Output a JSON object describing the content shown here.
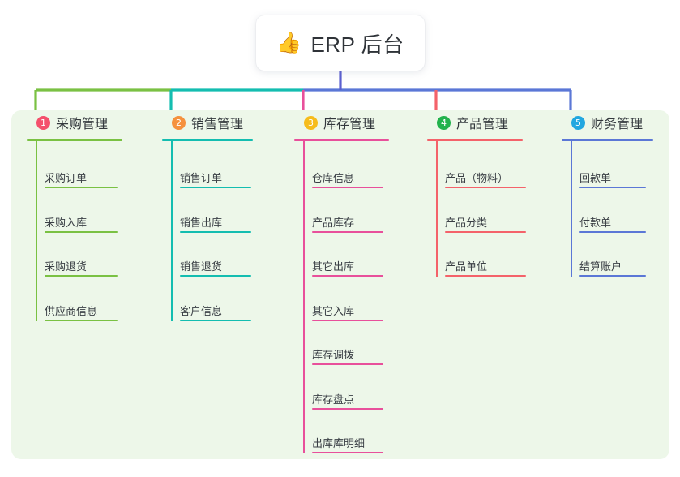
{
  "root": {
    "emoji": "👍",
    "emoji_name": "thumbs-up-icon",
    "title": "ERP 后台"
  },
  "colors": {
    "panel_background": "#edf7e9",
    "page_background": "#ffffff",
    "trunk": "#5b5fd0",
    "text": "#33383d"
  },
  "columns": [
    {
      "number": "1",
      "title": "采购管理",
      "badge_color": "#f4506c",
      "line_color": "#7ac143",
      "items": [
        "采购订单",
        "采购入库",
        "采购退货",
        "供应商信息"
      ]
    },
    {
      "number": "2",
      "title": "销售管理",
      "badge_color": "#f5913e",
      "line_color": "#14bdb0",
      "items": [
        "销售订单",
        "销售出库",
        "销售退货",
        "客户信息"
      ]
    },
    {
      "number": "3",
      "title": "库存管理",
      "badge_color": "#f6bc1c",
      "line_color": "#e8509b",
      "items": [
        "仓库信息",
        "产品库存",
        "其它出库",
        "其它入库",
        "库存调拨",
        "库存盘点",
        "出库库明细"
      ]
    },
    {
      "number": "4",
      "title": "产品管理",
      "badge_color": "#22b24c",
      "line_color": "#f4626a",
      "items": [
        "产品（物料）",
        "产品分类",
        "产品单位"
      ]
    },
    {
      "number": "5",
      "title": "财务管理",
      "badge_color": "#22a7e0",
      "line_color": "#5b77d6",
      "items": [
        "回款单",
        "付款单",
        "结算账户"
      ]
    }
  ]
}
